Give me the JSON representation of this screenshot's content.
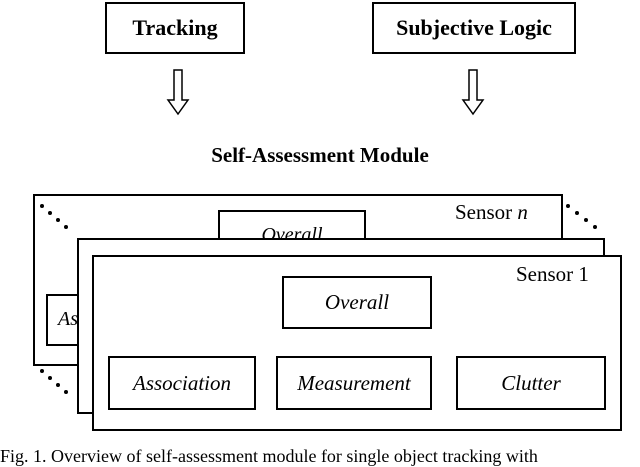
{
  "top": {
    "tracking": "Tracking",
    "subjective_logic": "Subjective Logic"
  },
  "module_title": "Self-Assessment Module",
  "sensor_back": {
    "label_prefix": "Sensor ",
    "label_var": "n",
    "overall": "Overall",
    "association_partial": "As"
  },
  "sensor_front": {
    "label": "Sensor 1",
    "overall": "Overall",
    "association": "Association",
    "measurement": "Measurement",
    "clutter": "Clutter"
  },
  "caption": "Fig. 1.   Overview of self-assessment module for single object tracking with"
}
